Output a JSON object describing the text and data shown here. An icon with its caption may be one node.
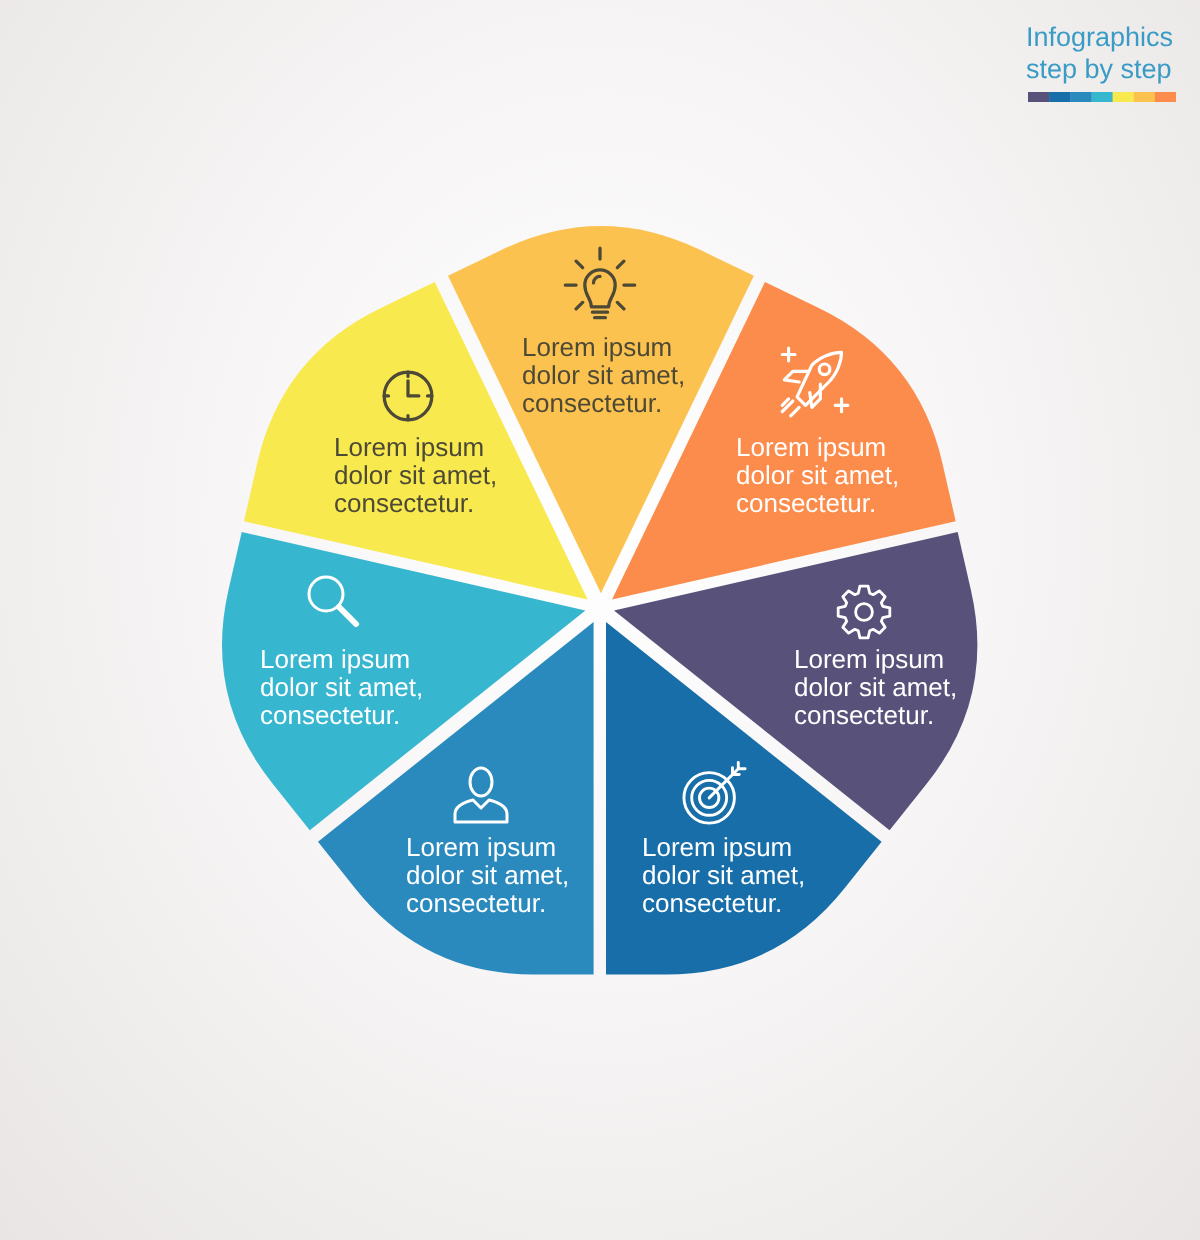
{
  "diagram": {
    "title": "Infographics step by step",
    "nodes": [
      {
        "text": [
          "Lorem ipsum dolor sit amet, consectetur."
        ]
      },
      {
        "text": [
          "Lorem ipsum dolor sit amet, consectetur."
        ]
      },
      {
        "text": [
          "Lorem ipsum dolor sit amet, consectetur."
        ]
      },
      {
        "text": [
          "Lorem ipsum dolor sit amet, consectetur."
        ]
      },
      {
        "text": [
          "Lorem ipsum dolor sit amet, consectetur."
        ]
      },
      {
        "text": [
          "Lorem ipsum dolor sit amet, consectetur."
        ]
      },
      {
        "text": [
          "Lorem ipsum dolor sit amet, consectetur."
        ]
      }
    ]
  }
}
